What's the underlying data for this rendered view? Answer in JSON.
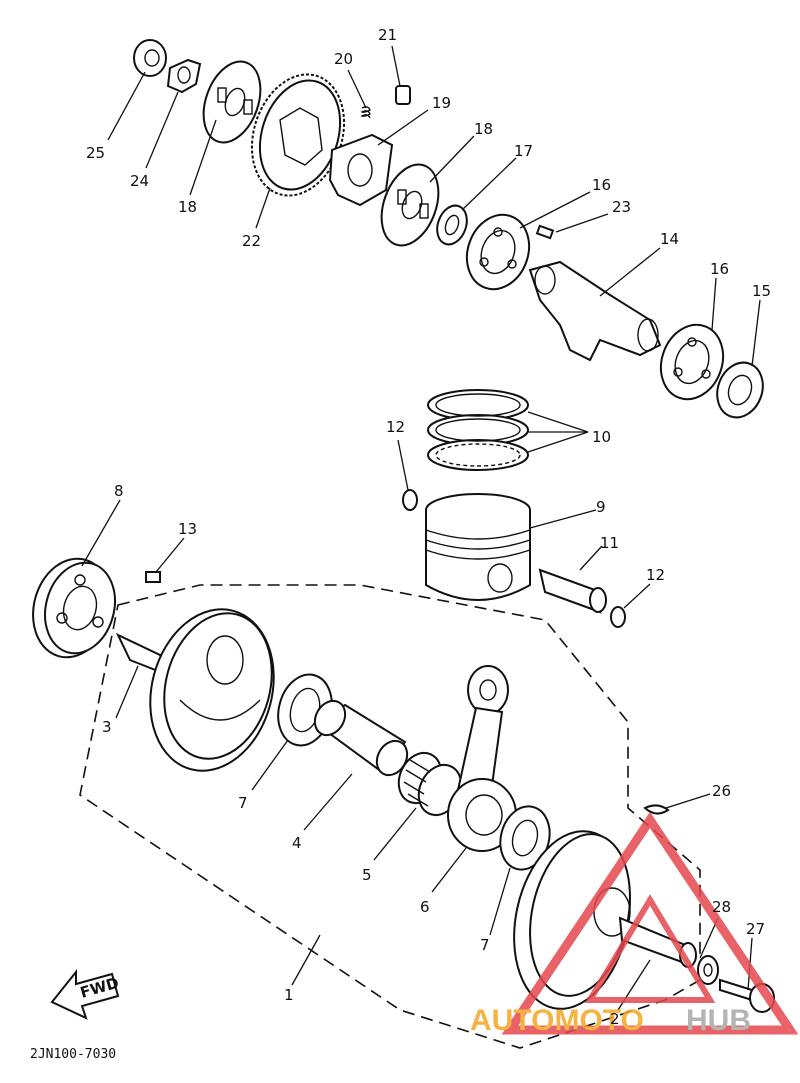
{
  "diagram": {
    "drawing_code": "2JN100-7030",
    "fwd_label": "FWD",
    "watermark": {
      "text_part1": "AUTOMOTO",
      "text_part2": "HUB",
      "color1": "#f5a623",
      "color2": "#b0b0b0",
      "triangle_color": "#e5484d"
    },
    "parts": {
      "p1": "1",
      "p2": "2",
      "p3": "3",
      "p4": "4",
      "p5": "5",
      "p6": "6",
      "p7a": "7",
      "p7b": "7",
      "p8": "8",
      "p9": "9",
      "p10": "10",
      "p11": "11",
      "p12a": "12",
      "p12b": "12",
      "p13": "13",
      "p14": "14",
      "p15": "15",
      "p16a": "16",
      "p16b": "16",
      "p17": "17",
      "p18a": "18",
      "p18b": "18",
      "p19": "19",
      "p20": "20",
      "p21": "21",
      "p22": "22",
      "p23": "23",
      "p24": "24",
      "p25": "25",
      "p26": "26",
      "p27": "27",
      "p28": "28"
    }
  }
}
